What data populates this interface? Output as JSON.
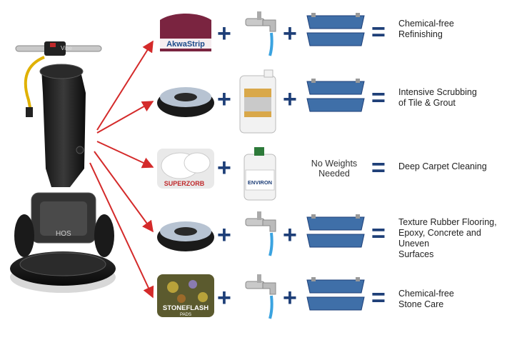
{
  "machine": {
    "brand_label": "Vibe",
    "base_label": "HOS"
  },
  "symbols": {
    "plus": "+",
    "equals": "="
  },
  "rows": [
    {
      "tool": "AkwaStrip",
      "result": "Chemical-free\nRefinishing"
    },
    {
      "tool": "brush",
      "result": "Intensive Scrubbing\nof Tile & Grout"
    },
    {
      "tool": "SuperZorb",
      "note": "No Weights\nNeeded",
      "bottle_label": "ENVIRON",
      "result": "Deep Carpet Cleaning"
    },
    {
      "tool": "brush",
      "result": "Texture Rubber Flooring,\nEpoxy, Concrete and Uneven\nSurfaces"
    },
    {
      "tool": "StoneFlash",
      "tool_sub": "PADS",
      "result": "Chemical-free\nStone Care"
    }
  ],
  "pads": {
    "akwastrip": "AkwaStrip",
    "superzorb": "SUPERZORB",
    "stoneflash": "STONEFLASH",
    "stoneflash_sub": "PADS"
  },
  "colors": {
    "symbol": "#1e3f78",
    "arrow": "#d42a2a",
    "weight": "#3f6fa8"
  }
}
